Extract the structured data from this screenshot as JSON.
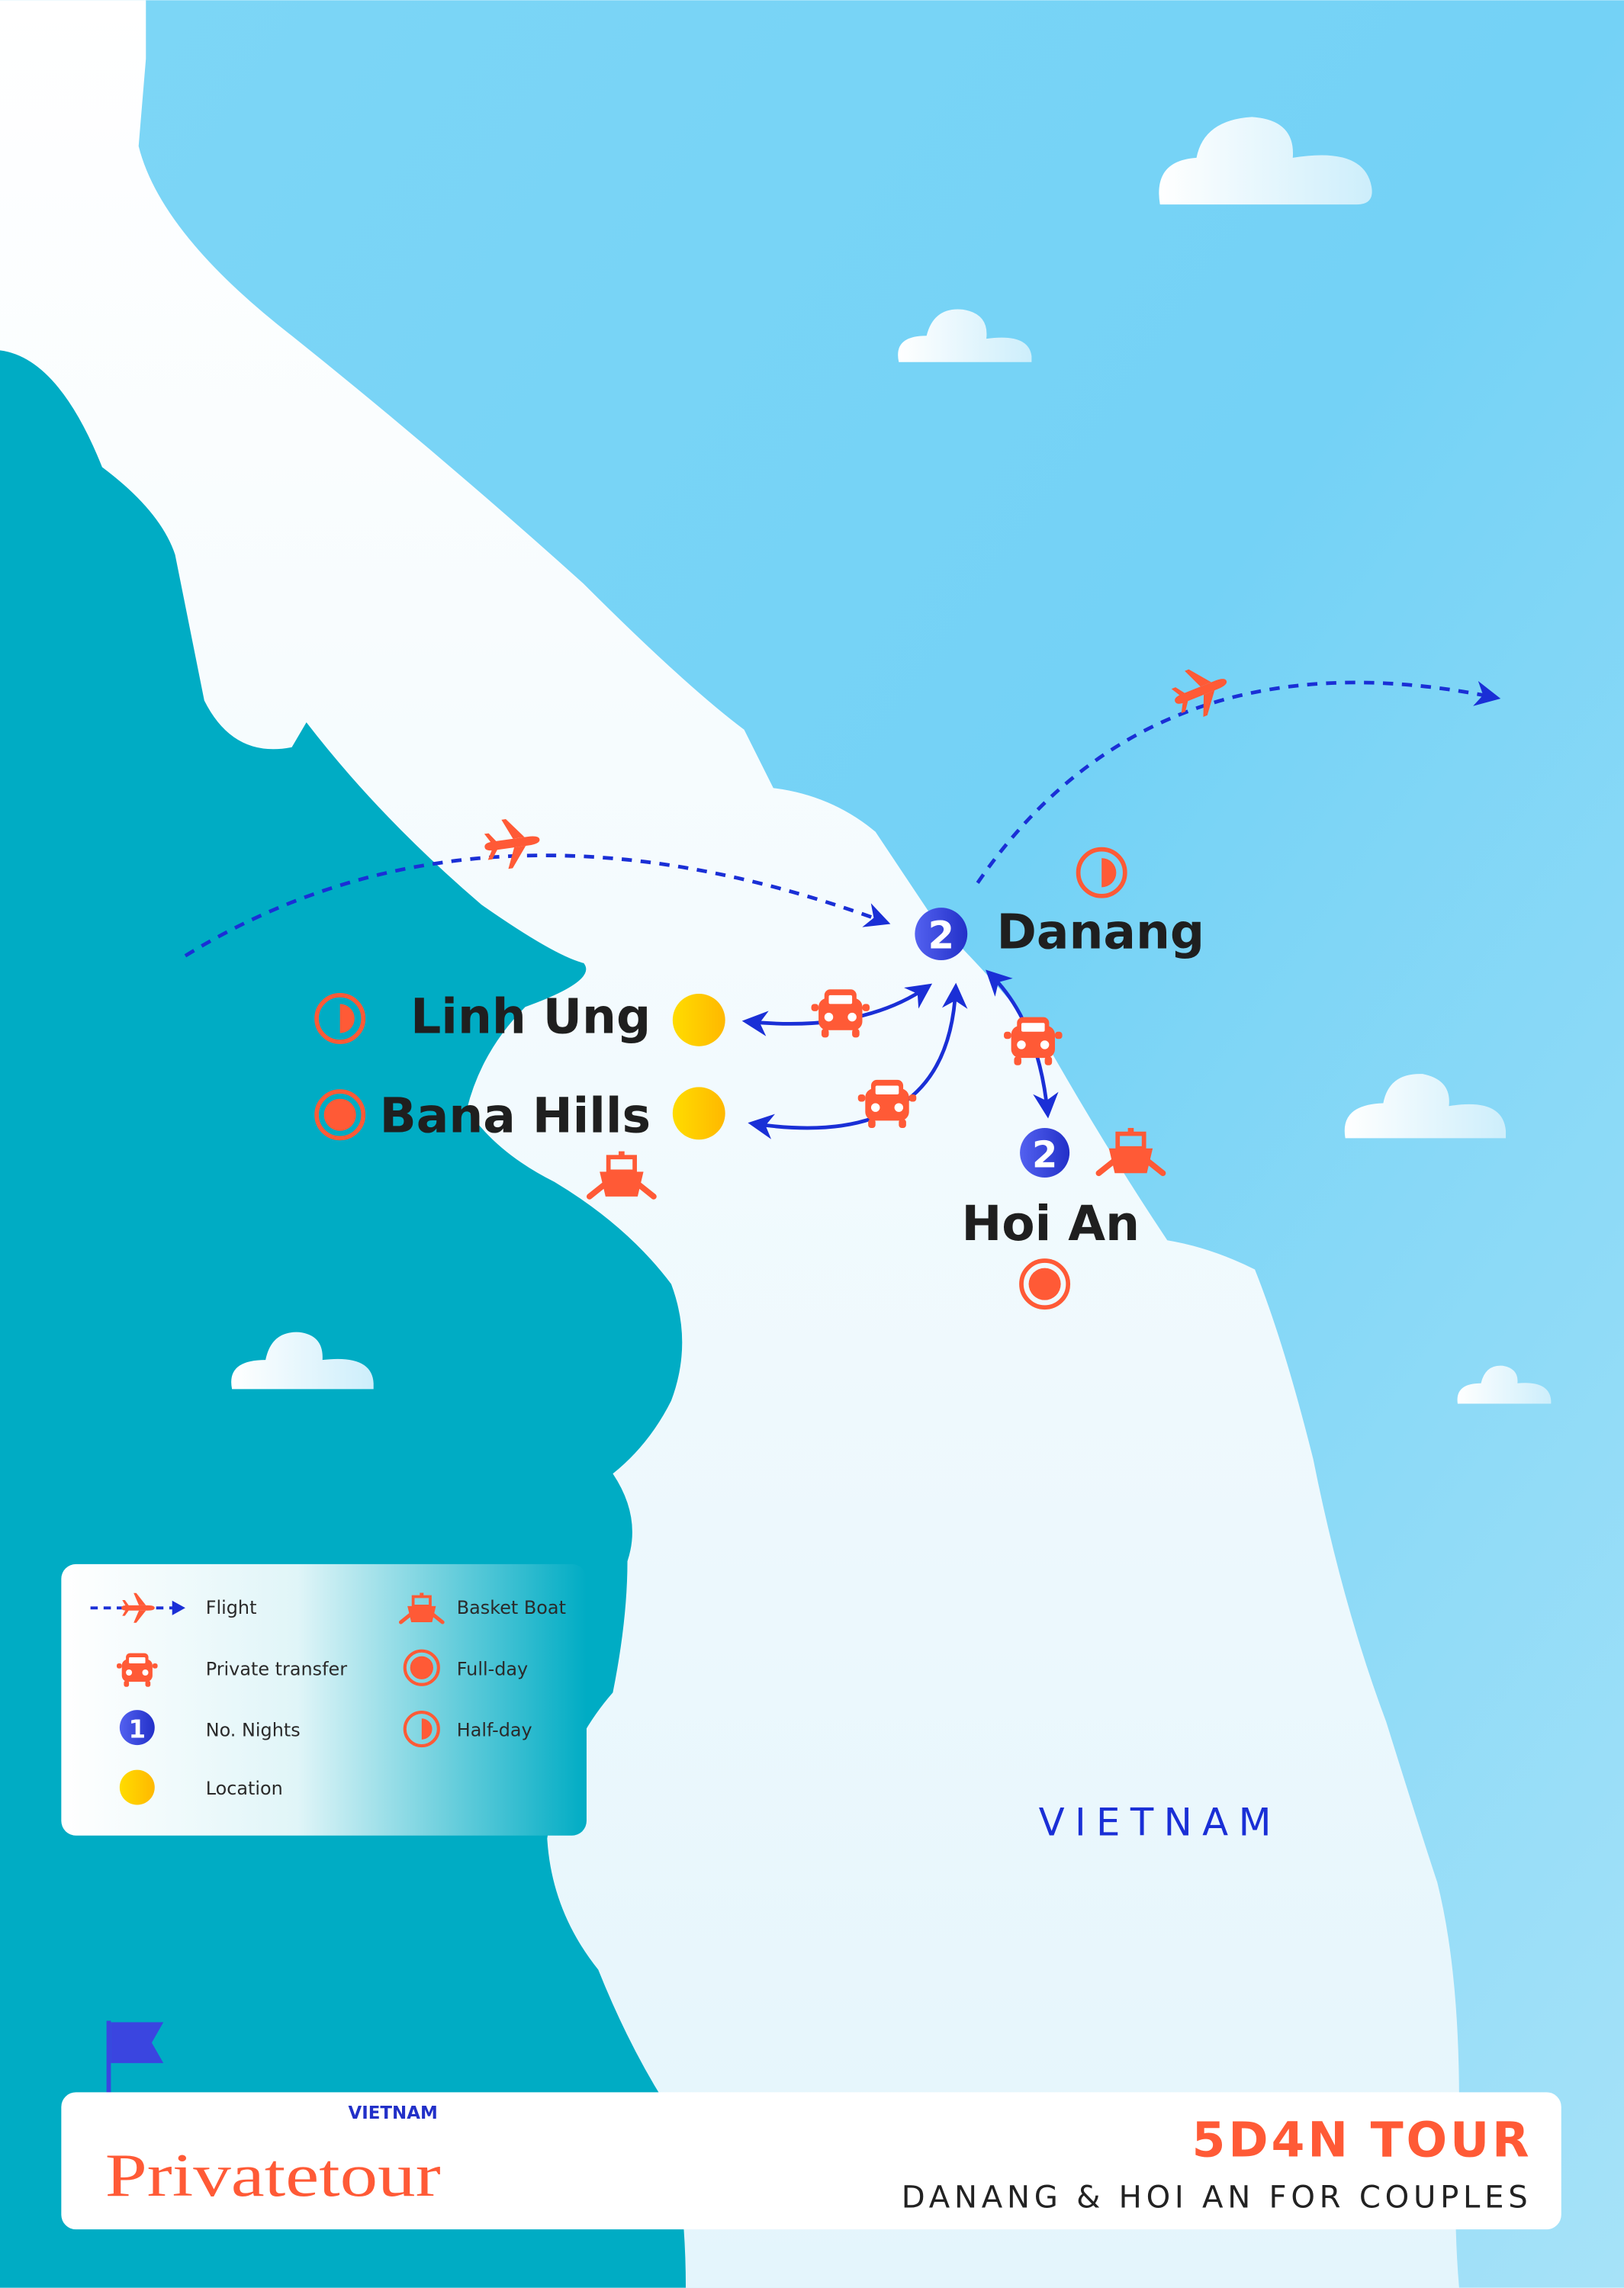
{
  "map": {
    "country_label": "VIETNAM",
    "locations": [
      {
        "name": "Danang",
        "nights": "2",
        "activity": "half-day"
      },
      {
        "name": "Linh Ung",
        "activity": "half-day"
      },
      {
        "name": "Bana Hills",
        "activity": "full-day"
      },
      {
        "name": "Hoi An",
        "nights": "2",
        "activity": "full-day"
      }
    ]
  },
  "legend": {
    "items": [
      {
        "label": "Flight",
        "icon": "flight-icon"
      },
      {
        "label": "Private transfer",
        "icon": "car-icon"
      },
      {
        "label": "No. Nights",
        "icon": "nights-badge-icon",
        "sample": "1"
      },
      {
        "label": "Location",
        "icon": "location-dot-icon"
      },
      {
        "label": "Basket Boat",
        "icon": "boat-icon"
      },
      {
        "label": "Full-day",
        "icon": "full-day-icon"
      },
      {
        "label": "Half-day",
        "icon": "half-day-icon"
      }
    ]
  },
  "footer": {
    "logo_main": "Privatetour",
    "logo_sub": "VIETNAM",
    "title": "5D4N TOUR",
    "subtitle": "DANANG & HOI AN FOR COUPLES"
  },
  "colors": {
    "orange": "#ff5a36",
    "blue": "#1a2fd6",
    "teal": "#00acc4",
    "sky": "#6cd0f5",
    "yellow": "#ffc400"
  }
}
